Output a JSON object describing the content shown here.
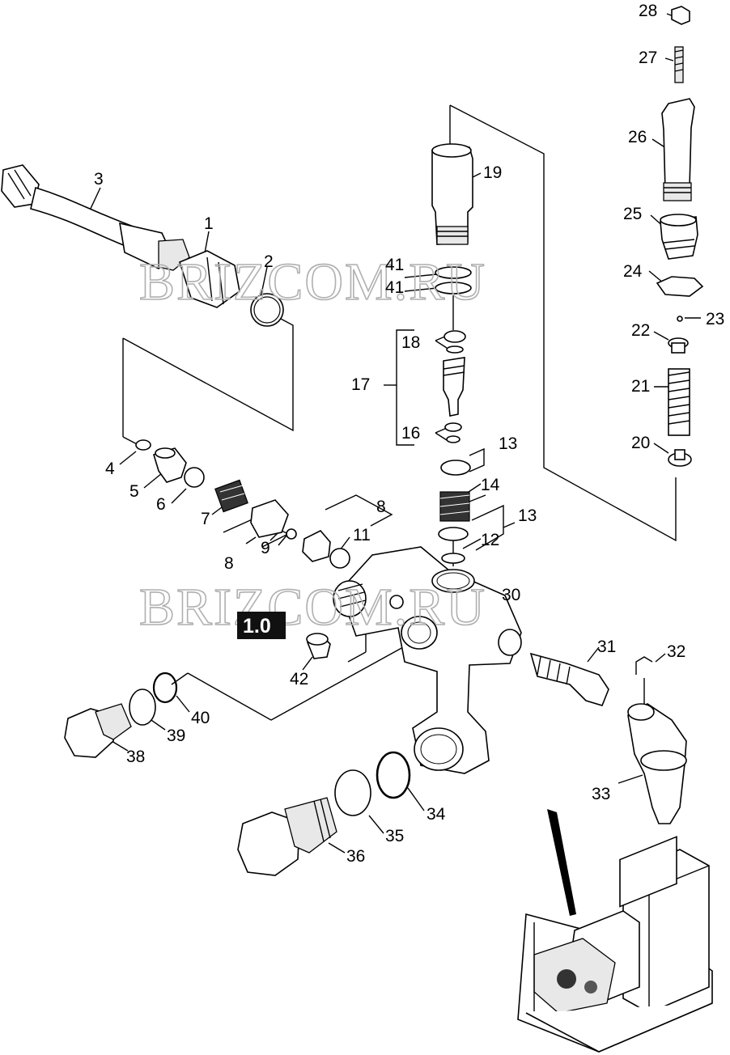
{
  "diagram": {
    "section_badge": "1.0",
    "watermark": "BRIZCOM.RU",
    "part_labels": [
      {
        "id": "label-28",
        "text": "28"
      },
      {
        "id": "label-27",
        "text": "27"
      },
      {
        "id": "label-26",
        "text": "26"
      },
      {
        "id": "label-25",
        "text": "25"
      },
      {
        "id": "label-24",
        "text": "24"
      },
      {
        "id": "label-23",
        "text": "23"
      },
      {
        "id": "label-22",
        "text": "22"
      },
      {
        "id": "label-21",
        "text": "21"
      },
      {
        "id": "label-20",
        "text": "20"
      },
      {
        "id": "label-19",
        "text": "19"
      },
      {
        "id": "label-41a",
        "text": "41"
      },
      {
        "id": "label-41b",
        "text": "41"
      },
      {
        "id": "label-18",
        "text": "18"
      },
      {
        "id": "label-17",
        "text": "17"
      },
      {
        "id": "label-16",
        "text": "16"
      },
      {
        "id": "label-13a",
        "text": "13"
      },
      {
        "id": "label-14",
        "text": "14"
      },
      {
        "id": "label-13b",
        "text": "13"
      },
      {
        "id": "label-12",
        "text": "12"
      },
      {
        "id": "label-30",
        "text": "30"
      },
      {
        "id": "label-31",
        "text": "31"
      },
      {
        "id": "label-32",
        "text": "32"
      },
      {
        "id": "label-33",
        "text": "33"
      },
      {
        "id": "label-3",
        "text": "3"
      },
      {
        "id": "label-1",
        "text": "1"
      },
      {
        "id": "label-2",
        "text": "2"
      },
      {
        "id": "label-4",
        "text": "4"
      },
      {
        "id": "label-5",
        "text": "5"
      },
      {
        "id": "label-6",
        "text": "6"
      },
      {
        "id": "label-7",
        "text": "7"
      },
      {
        "id": "label-8a",
        "text": "8"
      },
      {
        "id": "label-9",
        "text": "9"
      },
      {
        "id": "label-11",
        "text": "11"
      },
      {
        "id": "label-8b",
        "text": "8"
      },
      {
        "id": "label-42",
        "text": "42"
      },
      {
        "id": "label-40",
        "text": "40"
      },
      {
        "id": "label-39",
        "text": "39"
      },
      {
        "id": "label-38",
        "text": "38"
      },
      {
        "id": "label-34",
        "text": "34"
      },
      {
        "id": "label-35",
        "text": "35"
      },
      {
        "id": "label-36",
        "text": "36"
      }
    ]
  }
}
